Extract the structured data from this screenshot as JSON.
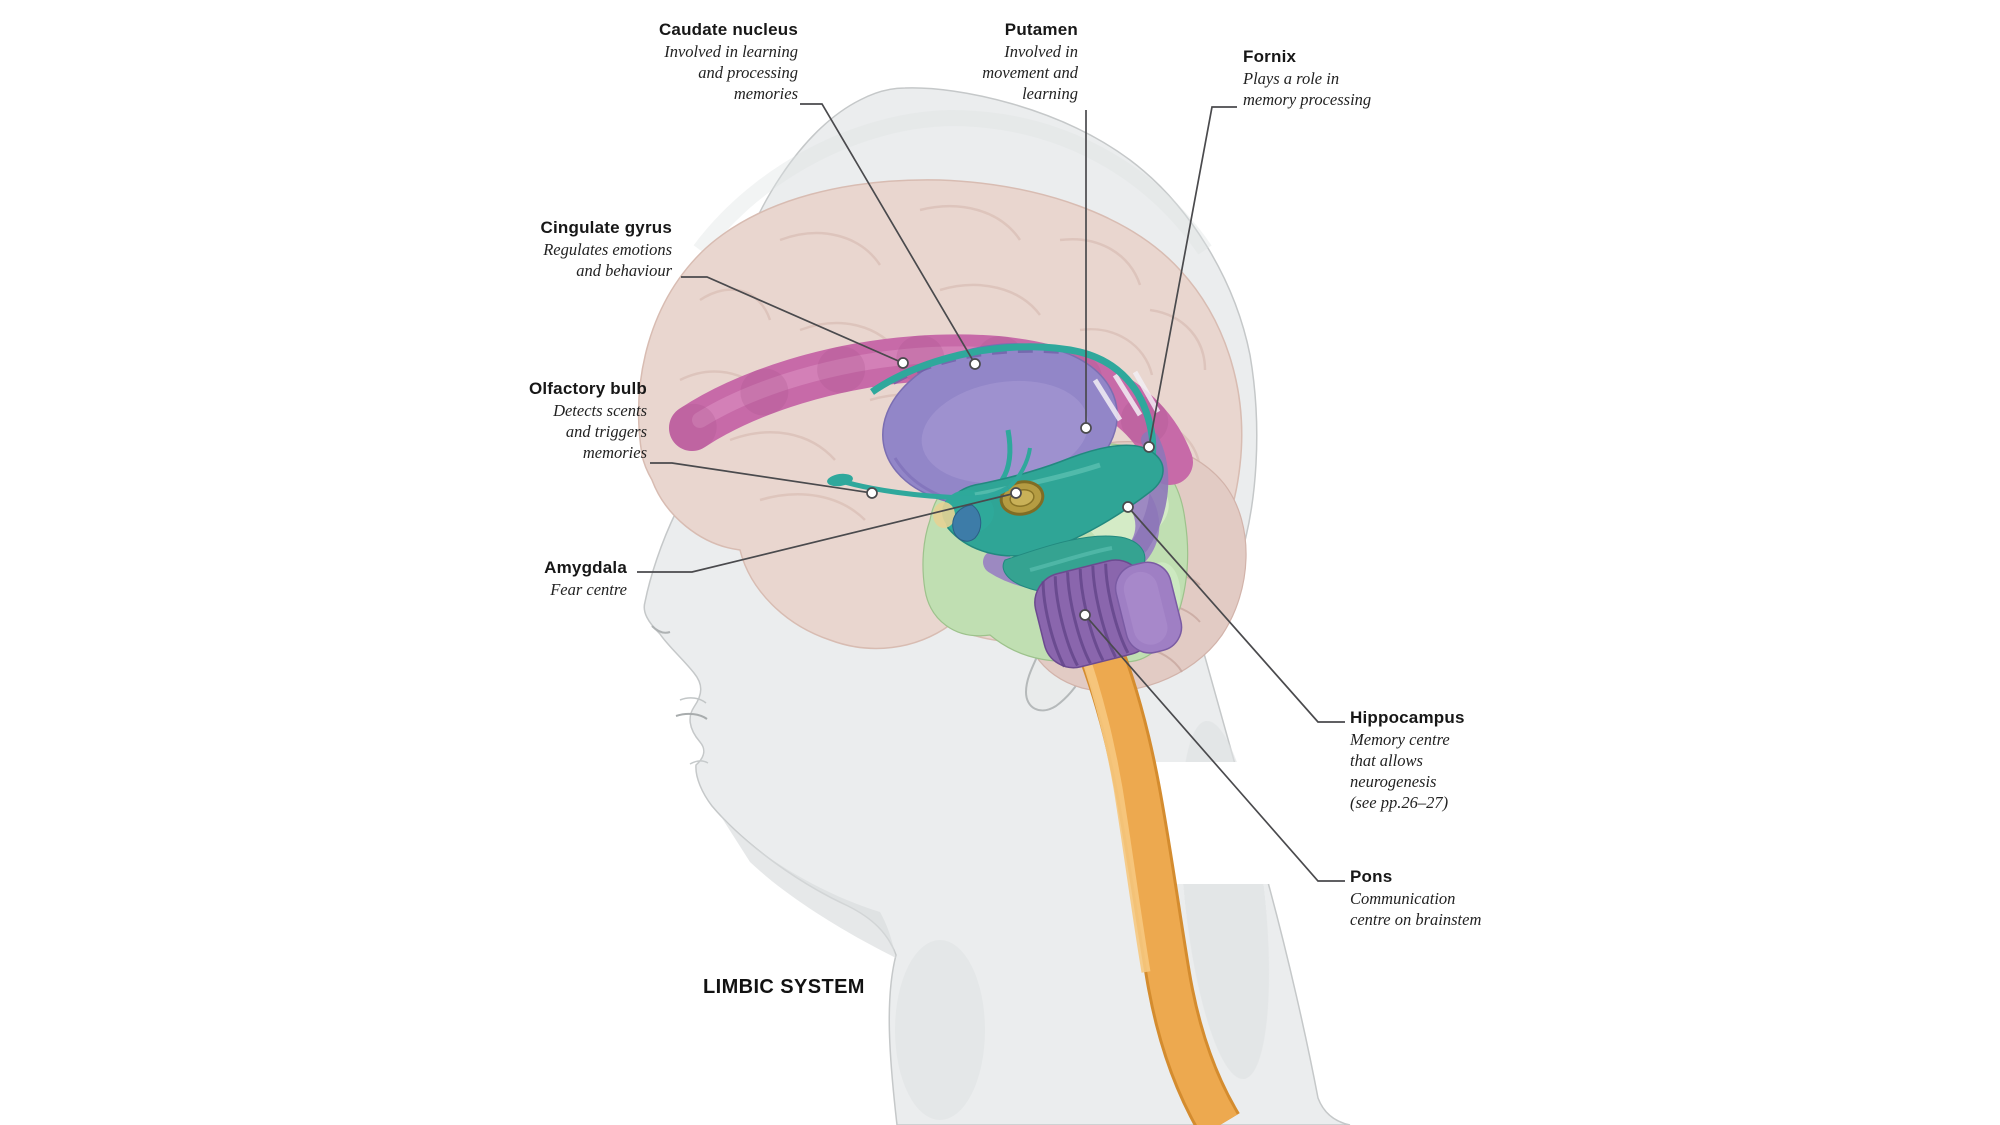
{
  "figure": {
    "caption": "LIMBIC SYSTEM",
    "labels": [
      {
        "id": "caudate-nucleus",
        "title": "Caudate nucleus",
        "description": "Involved in learning\nand processing\nmemories"
      },
      {
        "id": "putamen",
        "title": "Putamen",
        "description": "Involved in\nmovement and\nlearning"
      },
      {
        "id": "fornix",
        "title": "Fornix",
        "description": "Plays a role in\nmemory processing"
      },
      {
        "id": "cingulate-gyrus",
        "title": "Cingulate gyrus",
        "description": "Regulates emotions\nand behaviour"
      },
      {
        "id": "olfactory-bulb",
        "title": "Olfactory bulb",
        "description": "Detects scents\nand triggers\nmemories"
      },
      {
        "id": "amygdala",
        "title": "Amygdala",
        "description": "Fear centre"
      },
      {
        "id": "hippocampus",
        "title": "Hippocampus",
        "description": "Memory centre\nthat allows\nneurogenesis\n(see pp.26–27)"
      },
      {
        "id": "pons",
        "title": "Pons",
        "description": "Communication\ncentre on brainstem"
      }
    ],
    "colors": {
      "background": "#ffffff",
      "head_skin": "#ebedee",
      "faded_cerebrum": "#e9d6cf",
      "faded_cerebellum": "#e2cbc4",
      "cingulate_pink": "#c76aa8",
      "caudate_putamen_purple": "#9286c8",
      "fornix_teal": "#2fa89c",
      "hippocampus_pale_green": "#c0dfb2",
      "mammillary_olive": "#b59c42",
      "amygdala_blue": "#3d7ca8",
      "pons_purple": "#8a66ad",
      "spinal_cord_orange": "#eda94f",
      "leader_line": "#4a4a4d",
      "label_text": "#171717"
    }
  }
}
